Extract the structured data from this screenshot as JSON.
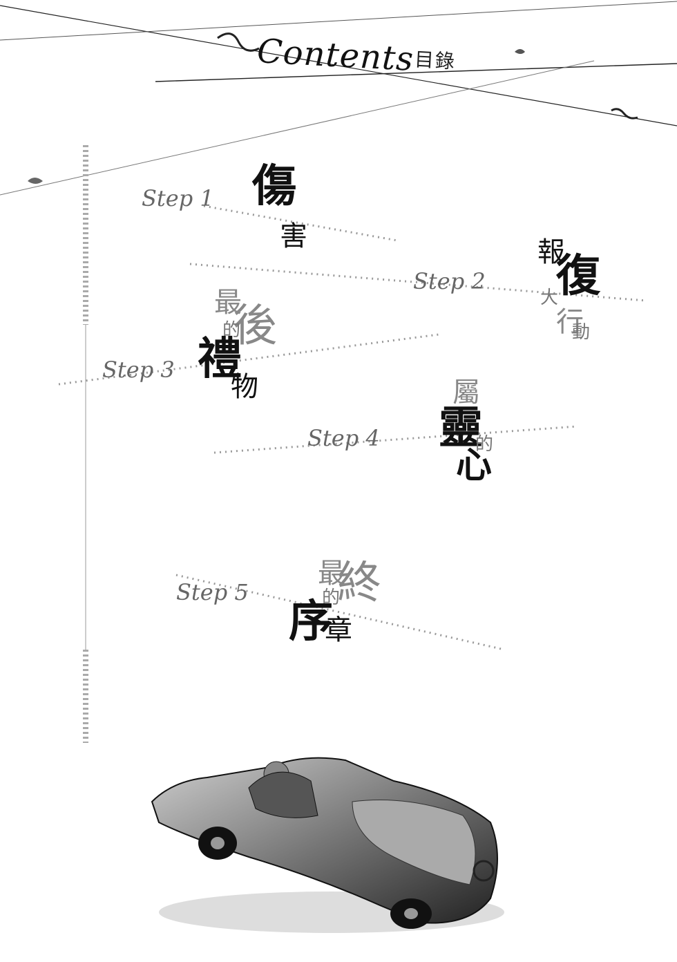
{
  "header": {
    "title": "Contents",
    "subtitle": "目錄"
  },
  "steps": [
    {
      "label": "Step 1",
      "chapter": [
        "傷",
        "害"
      ]
    },
    {
      "label": "Step 2",
      "chapter": [
        "報",
        "復",
        "大",
        "行",
        "動"
      ]
    },
    {
      "label": "Step 3",
      "chapter": [
        "最",
        "後",
        "的",
        "禮",
        "物"
      ]
    },
    {
      "label": "Step 4",
      "chapter": [
        "屬",
        "靈",
        "的",
        "心"
      ]
    },
    {
      "label": "Step 5",
      "chapter": [
        "最",
        "終",
        "的",
        "序",
        "章"
      ]
    }
  ],
  "illustration": {
    "icon": "race-car-icon"
  }
}
